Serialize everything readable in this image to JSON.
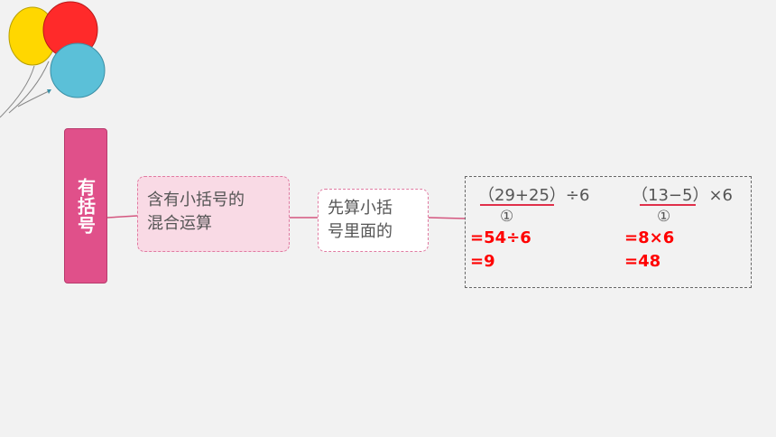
{
  "colors": {
    "background": "#f2f2f2",
    "root_fill": "#e0508a",
    "node1_fill": "#f9dae5",
    "connector": "#d4567f",
    "result_text": "#ff0000",
    "underline": "#e0304a",
    "balloon_yellow": "#ffd700",
    "balloon_red": "#ff2a2a",
    "balloon_blue": "#5bc0d8"
  },
  "decoration": {
    "icon": "balloons-icon"
  },
  "mindmap": {
    "root": "有括号",
    "node1": {
      "line1": "含有小括号的",
      "line2": "混合运算"
    },
    "node2": {
      "line1": "先算小括",
      "line2": "号里面的"
    }
  },
  "examples": [
    {
      "expression": "（29+25）÷6",
      "step_marker": "①",
      "step1": "=54÷6",
      "result": "=9"
    },
    {
      "expression": "（13−5）×6",
      "step_marker": "①",
      "step1": "=8×6",
      "result": "=48"
    }
  ]
}
